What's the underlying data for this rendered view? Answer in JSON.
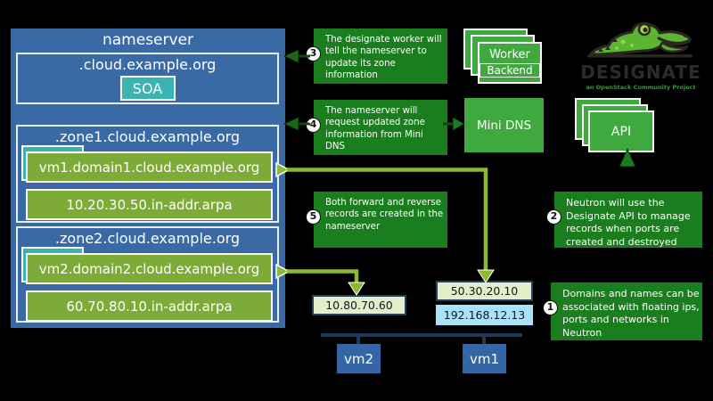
{
  "nameserver_panel": {
    "title": "nameserver",
    "root_zone": {
      "label": ".cloud.example.org",
      "record": "SOA"
    },
    "zones": [
      {
        "label": ".zone1.cloud.example.org",
        "forward_record": "vm1.domain1.cloud.example.org",
        "reverse_record": "10.20.30.50.in-addr.arpa"
      },
      {
        "label": ".zone2.cloud.example.org",
        "forward_record": "vm2.domain2.cloud.example.org",
        "reverse_record": "60.70.80.10.in-addr.arpa"
      }
    ]
  },
  "steps": [
    {
      "num": "1",
      "text": "Domains and names can be associated with floating ips, ports and networks in Neutron"
    },
    {
      "num": "2",
      "text": "Neutron will use the Designate API to manage records when ports are created and destroyed"
    },
    {
      "num": "3",
      "text": "The designate worker will tell the nameserver to update its zone information"
    },
    {
      "num": "4",
      "text": "The nameserver will request updated zone information from Mini DNS"
    },
    {
      "num": "5",
      "text": "Both forward and reverse records are created in the nameserver"
    }
  ],
  "services": {
    "worker": {
      "label": "Worker",
      "backend_label": "Backend"
    },
    "mini_dns": {
      "label": "Mini DNS"
    },
    "api": {
      "label": "API"
    }
  },
  "logo": {
    "name": "DESIGNATE",
    "tagline": "an OpenStack Community Project",
    "icon": "crocodile-icon"
  },
  "network": {
    "floating_ip_vm2": "10.80.70.60",
    "floating_ip_vm1": "50.30.20.10",
    "fixed_ip_vm1": "192.168.12.13",
    "vm1_label": "vm1",
    "vm2_label": "vm2"
  },
  "colors": {
    "panel_blue": "#3a6aa6",
    "note_green": "#1b7e1e",
    "card_green": "#3fa83f",
    "record_green": "#7cab38",
    "teal": "#3ab4b0",
    "arrow_green": "#8fb832",
    "dark_arrow_green": "#1a661a",
    "vm_blue": "#3465a4",
    "bus_navy": "#1b3a5c",
    "floating_ip_fill": "#e3efca",
    "fixed_ip_fill": "#abe2f8"
  }
}
